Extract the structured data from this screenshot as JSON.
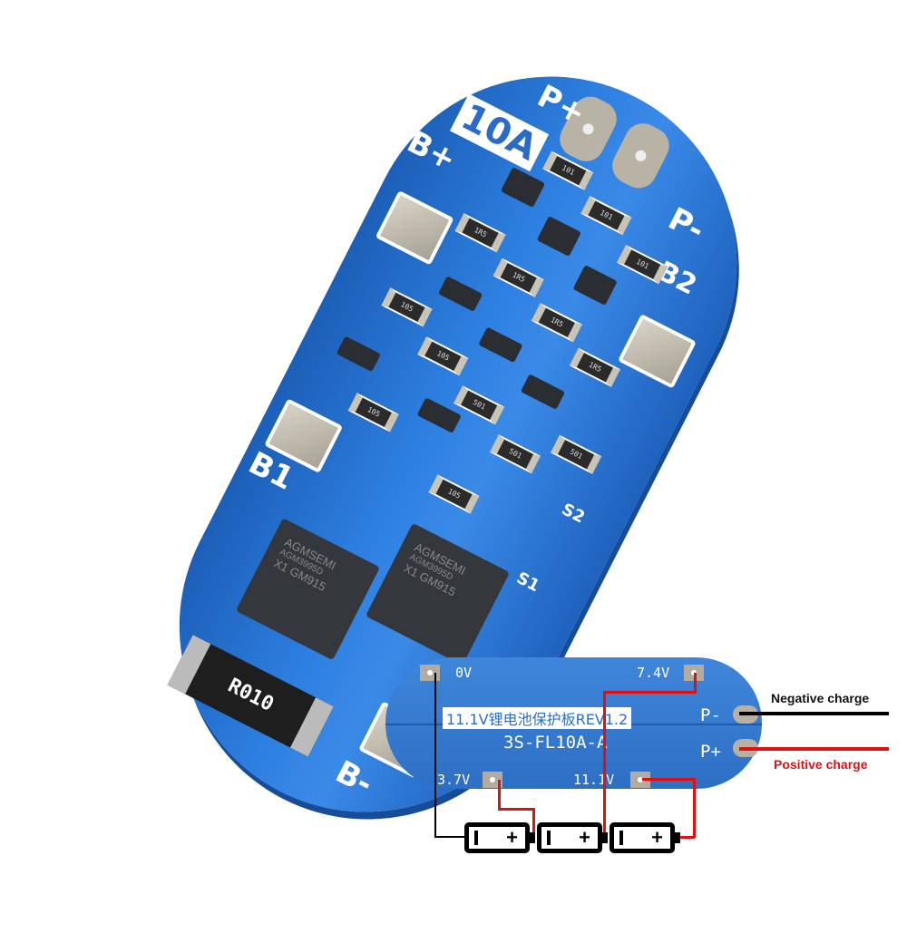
{
  "board": {
    "current_label": "10A",
    "silkscreen": {
      "b_plus": "B+",
      "p_plus": "P+",
      "p_minus": "P-",
      "b2": "B2",
      "b1": "B1",
      "b_minus": "B-",
      "s1": "S1",
      "s2": "S2"
    },
    "mosfets": [
      {
        "brand": "AGMSEMI",
        "part": "AGM3995D",
        "marking": "X1 GM915"
      },
      {
        "brand": "AGMSEMI",
        "part": "AGM3995D",
        "marking": "X1 GM915"
      }
    ],
    "shunt_resistor": "R010",
    "resistor_codes": [
      "101",
      "101",
      "101",
      "1R5",
      "1R5",
      "1R5",
      "1R5",
      "105",
      "105",
      "501",
      "501",
      "501",
      "105",
      "105"
    ],
    "colors": {
      "pcb": "#2d7fe0",
      "silk": "#ffffff",
      "pad": "#c8c2b5"
    }
  },
  "diagram": {
    "board_title": "11.1V锂电池保护板REV1.2",
    "model": "3S-FL10A-A",
    "taps": {
      "v0": "0V",
      "v37": "3.7V",
      "v74": "7.4V",
      "v111": "11.1V"
    },
    "outputs": {
      "p_minus": "P-",
      "p_plus": "P+"
    },
    "annotations": {
      "negative": "Negative charge",
      "positive": "Positive charge"
    },
    "batteries": [
      {
        "neg": "I",
        "pos": "+"
      },
      {
        "neg": "I",
        "pos": "+"
      },
      {
        "neg": "I",
        "pos": "+"
      }
    ],
    "colors": {
      "negative_wire": "#000000",
      "positive_wire": "#e01010",
      "annotation_positive": "#e01010"
    }
  }
}
